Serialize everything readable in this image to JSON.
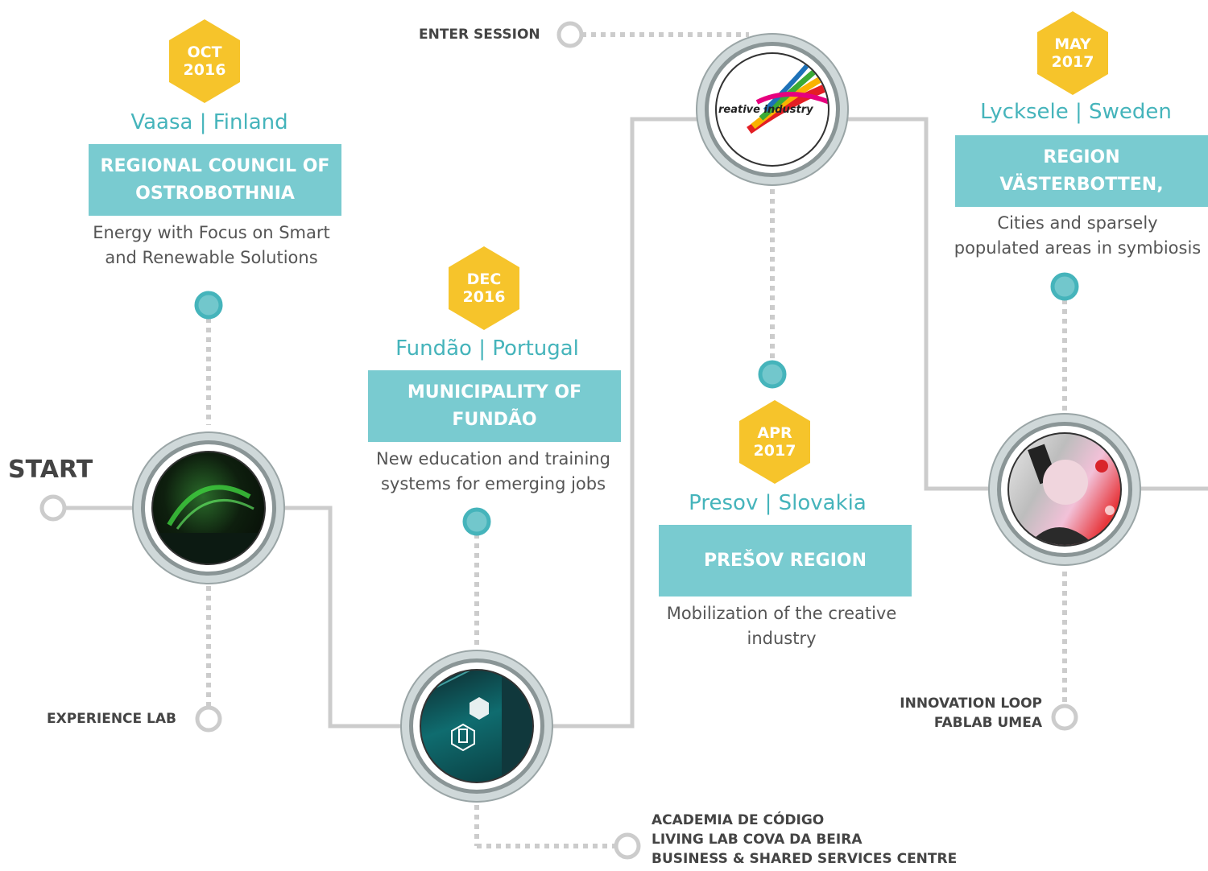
{
  "start_label": "START",
  "entries": [
    {
      "date": {
        "month": "OCT",
        "year": "2016"
      },
      "location": "Vaasa | Finland",
      "organization": [
        "REGIONAL COUNCIL OF",
        "OSTROBOTHNIA"
      ],
      "description": [
        "Energy with Focus on Smart",
        "and Renewable Solutions"
      ]
    },
    {
      "date": {
        "month": "DEC",
        "year": "2016"
      },
      "location": "Fundão | Portugal",
      "organization": [
        "MUNICIPALITY OF",
        "FUNDÃO"
      ],
      "description": [
        "New education and training",
        "systems for emerging jobs"
      ]
    },
    {
      "date": {
        "month": "APR",
        "year": "2017"
      },
      "location": "Presov | Slovakia",
      "organization": [
        "PREŠOV REGION"
      ],
      "description": [
        "Mobilization of the creative",
        "industry"
      ]
    },
    {
      "date": {
        "month": "MAY",
        "year": "2017"
      },
      "location": "Lycksele | Sweden",
      "organization": [
        "REGION",
        "VÄSTERBOTTEN,"
      ],
      "description": [
        "Cities and sparsely",
        "populated areas in symbiosis"
      ]
    }
  ],
  "side_labels": {
    "experience_lab": [
      "EXPERIENCE LAB"
    ],
    "enter_session": [
      "ENTER SESSION"
    ],
    "fundao_partners": [
      "ACADEMIA DE CÓDIGO",
      "LIVING LAB COVA DA BEIRA",
      "BUSINESS & SHARED SERVICES CENTRE"
    ],
    "lycksele_partners": [
      "INNOVATION LOOP",
      "FABLAB UMEA"
    ]
  },
  "photo_texts": {
    "creative_logo": "reative industry"
  },
  "colors": {
    "hexagon": "#f6c42b",
    "accent_teal": "#45b4bb",
    "box_teal": "#79cbd0",
    "line_gray": "#cccccc"
  }
}
